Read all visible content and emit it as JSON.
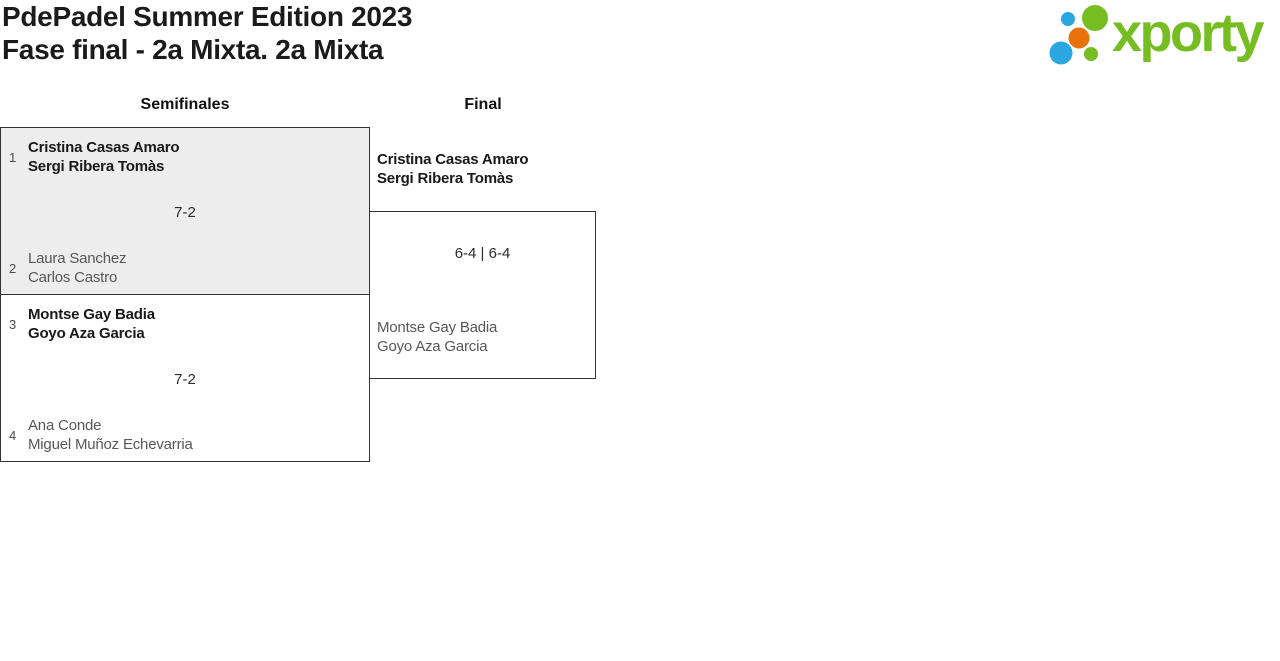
{
  "header": {
    "title": "PdePadel Summer Edition 2023",
    "subtitle": "Fase final - 2a Mixta. 2a Mixta"
  },
  "logo": {
    "brand": "xporty",
    "colors": {
      "green": "#76bd22",
      "blue": "#29a8e0",
      "orange": "#e8720c"
    }
  },
  "ui_colors": {
    "box_border": "#333333",
    "highlight_match_bg": "#ededed",
    "winner_text": "#191919",
    "loser_text": "#575757"
  },
  "rounds": [
    {
      "label": "Semifinales"
    },
    {
      "label": "Final"
    }
  ],
  "matches": {
    "semifinal1": {
      "score": "7-2",
      "teams": [
        {
          "seed": "1",
          "players": [
            "Cristina Casas Amaro",
            "Sergi Ribera Tomàs"
          ],
          "winner": true
        },
        {
          "seed": "2",
          "players": [
            "Laura Sanchez",
            "Carlos Castro"
          ],
          "winner": false
        }
      ]
    },
    "semifinal2": {
      "score": "7-2",
      "teams": [
        {
          "seed": "3",
          "players": [
            "Montse Gay Badia",
            "Goyo Aza Garcia"
          ],
          "winner": true
        },
        {
          "seed": "4",
          "players": [
            "Ana Conde",
            "Miguel Muñoz Echevarria"
          ],
          "winner": false
        }
      ]
    },
    "final": {
      "score": "6-4 | 6-4",
      "teams": [
        {
          "players": [
            "Cristina Casas Amaro",
            "Sergi Ribera Tomàs"
          ],
          "winner": true
        },
        {
          "players": [
            "Montse Gay Badia",
            "Goyo Aza Garcia"
          ],
          "winner": false
        }
      ]
    }
  }
}
